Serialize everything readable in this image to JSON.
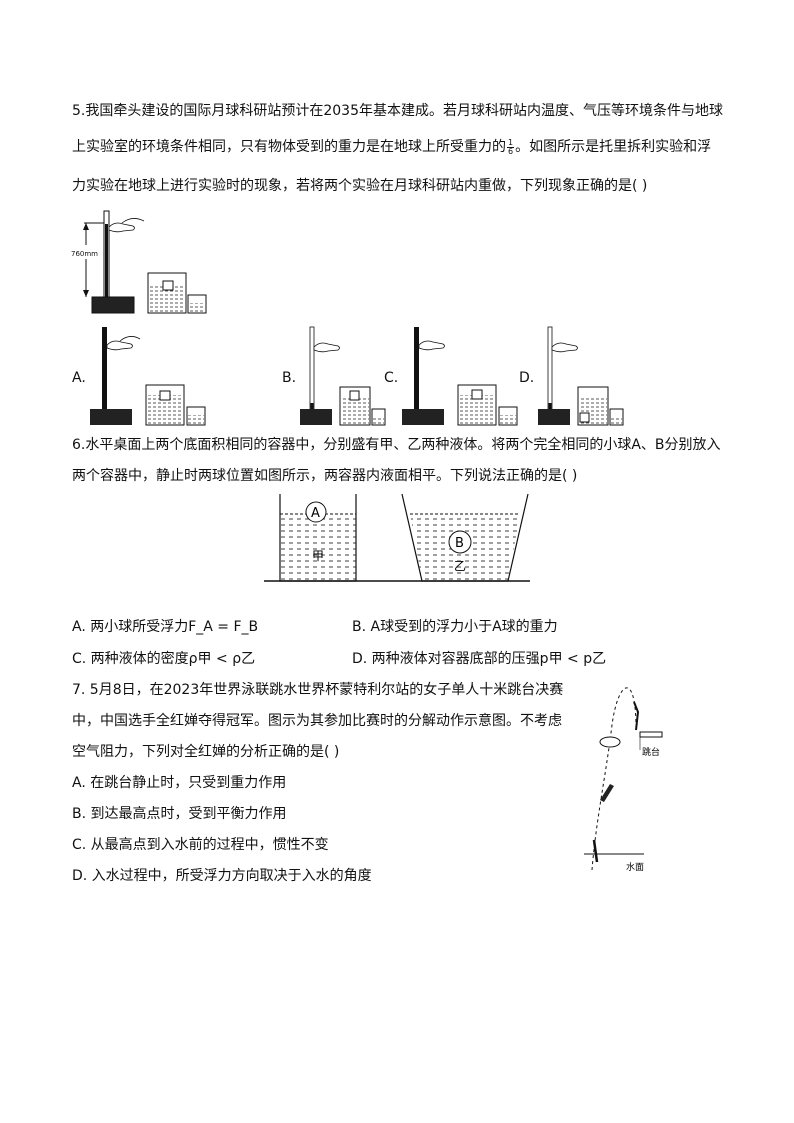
{
  "q5": {
    "line1": "5.我国牵头建设的国际月球科研站预计在2035年基本建成。若月球科研站内温度、气压等环境条件与地球",
    "line2_pre": "上实验室的环境条件相同，只有物体受到的重力是在地球上所受重力的",
    "frac_num": "1",
    "frac_den": "6",
    "line2_post": "。如图所示是托里拆利实验和浮",
    "line3": "力实验在地球上进行实验时的现象，若将两个实验在月球科研站内重做，下列现象正确的是(    )",
    "measure": "760mm",
    "options": [
      "A.",
      "B.",
      "C.",
      "D."
    ]
  },
  "q6": {
    "line1": "6.水平桌面上两个底面积相同的容器中，分别盛有甲、乙两种液体。将两个完全相同的小球A、B分别放入",
    "line2": "两个容器中，静止时两球位置如图所示，两容器内液面相平。下列说法正确的是(    )",
    "ball_a": "A",
    "ball_b": "B",
    "liquid_a": "甲",
    "liquid_b": "乙",
    "optA": "A. 两小球所受浮力F_A = F_B",
    "optB": "B. A球受到的浮力小于A球的重力",
    "optC": "C. 两种液体的密度ρ甲 < ρ乙",
    "optD": "D. 两种液体对容器底部的压强p甲 < p乙"
  },
  "q7": {
    "line1": "7. 5月8日，在2023年世界泳联跳水世界杯蒙特利尔站的女子单人十米跳台决赛",
    "line2": "中，中国选手全红婵夺得冠军。图示为其参加比赛时的分解动作示意图。不考虑",
    "line3": "空气阻力，下列对全红婵的分析正确的是(    )",
    "optA": "A. 在跳台静止时，只受到重力作用",
    "optB": "B. 到达最高点时，受到平衡力作用",
    "optC": "C. 从最高点到入水前的过程中，惯性不变",
    "optD": "D. 入水过程中，所受浮力方向取决于入水的角度",
    "platform_label": "跳台",
    "water_label": "水面"
  }
}
